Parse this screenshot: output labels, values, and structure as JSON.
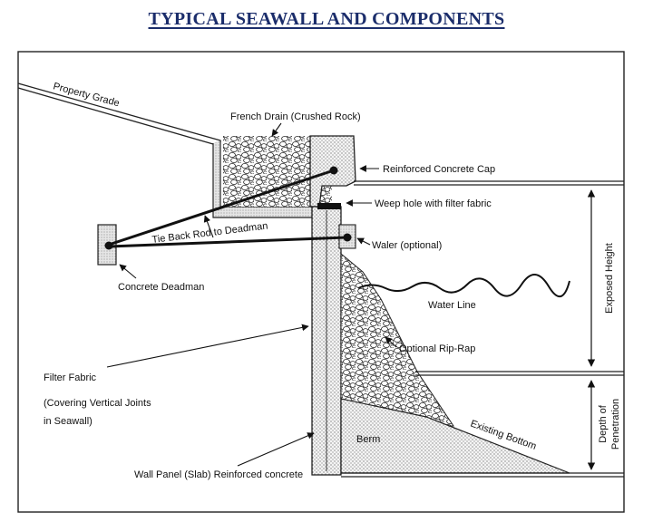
{
  "title": "TYPICAL SEAWALL AND COMPONENTS",
  "labels": {
    "property_grade": "Property Grade",
    "french_drain": "French Drain (Crushed Rock)",
    "concrete_cap": "Reinforced Concrete Cap",
    "weep_hole": "Weep hole with filter fabric",
    "tie_back_rod": "Tie Back Rod to Deadman",
    "waler": "Waler (optional)",
    "deadman": "Concrete Deadman",
    "water_line": "Water Line",
    "rip_rap": "Optional Rip-Rap",
    "filter_fabric_1": "Filter Fabric",
    "filter_fabric_2": "(Covering Vertical Joints",
    "filter_fabric_3": "in Seawall)",
    "berm": "Berm",
    "existing_bottom": "Existing Bottom",
    "wall_panel": "Wall Panel (Slab) Reinforced concrete",
    "exposed_height": "Exposed Height",
    "depth_1": "Depth of",
    "depth_2": "Penetration"
  }
}
